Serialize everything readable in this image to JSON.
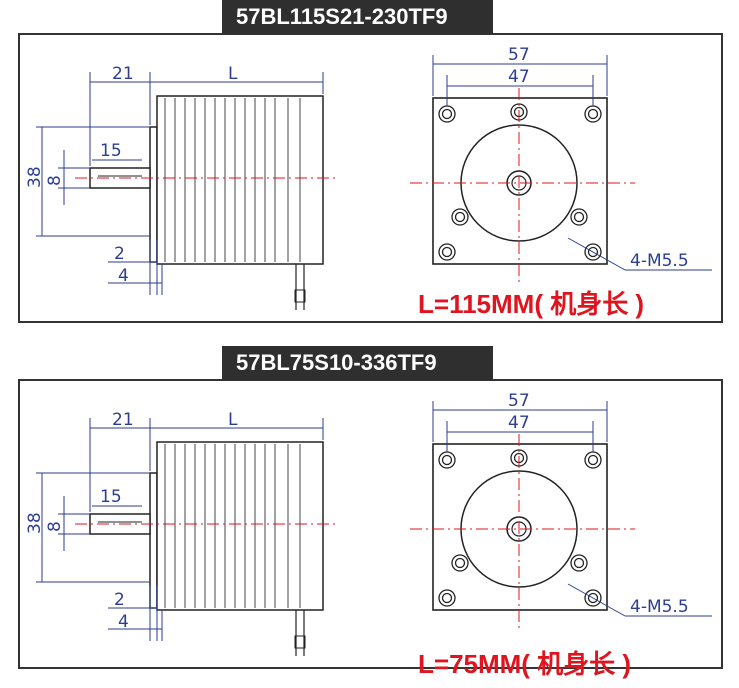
{
  "models": [
    {
      "title": "57BL115S21-230TF9",
      "length_label": "L=115MM( 机身长 )",
      "dims": {
        "shaft_len": "21",
        "body_len": "L",
        "height": "38",
        "shaft_dia": "8",
        "key_len": "15",
        "flange_gap": "2",
        "flange_thick": "4",
        "outer_size": "57",
        "hole_pitch": "47",
        "mount_holes": "4-M5.5"
      }
    },
    {
      "title": "57BL75S10-336TF9",
      "length_label": "L=75MM( 机身长 )",
      "dims": {
        "shaft_len": "21",
        "body_len": "L",
        "height": "38",
        "shaft_dia": "8",
        "key_len": "15",
        "flange_gap": "2",
        "flange_thick": "4",
        "outer_size": "57",
        "hole_pitch": "47",
        "mount_holes": "4-M5.5"
      }
    }
  ],
  "colors": {
    "dimension": "#2c3e91",
    "centerline": "#e0141e",
    "outline": "#222222",
    "tab": "#2f2f2f"
  }
}
